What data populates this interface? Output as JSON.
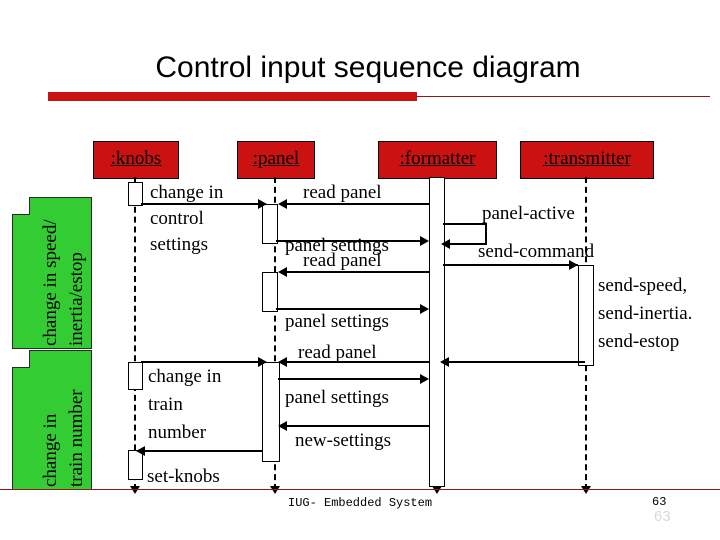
{
  "slide": {
    "title": "Control input sequence diagram",
    "accent_color": "#CC1111",
    "note_color": "#33CC33",
    "rule_color": "#8B1A1A"
  },
  "lifelines": [
    {
      "name": "knobs",
      "label": ":knobs"
    },
    {
      "name": "panel",
      "label": ":panel"
    },
    {
      "name": "formatter",
      "label": ":formatter"
    },
    {
      "name": "transmitter",
      "label": ":transmitter"
    }
  ],
  "notes": [
    {
      "name": "note-speed",
      "line1": "change in speed/",
      "line2": "inertia/estop"
    },
    {
      "name": "note-train",
      "line1": "change in",
      "line2": "train number"
    }
  ],
  "messages": {
    "change_in_control_settings_l1": "change in",
    "change_in_control_settings_l2": "control",
    "change_in_control_settings_l3": "settings",
    "read_panel_1": "read panel",
    "panel_settings_1": "panel settings",
    "read_panel_2": "read panel",
    "panel_settings_2": "panel settings",
    "panel_active": "panel-active",
    "send_command": "send-command",
    "send_speed": "send-speed,",
    "send_inertia": "send-inertia.",
    "send_estop": "send-estop",
    "change_in_train_number_l1": "change in",
    "change_in_train_number_l2": "train",
    "change_in_train_number_l3": "number",
    "read_panel_3": "read panel",
    "panel_settings_3": "panel settings",
    "new_settings": "new-settings",
    "set_knobs": "set-knobs"
  },
  "footer": {
    "course": "IUG- Embedded System",
    "page": "63",
    "page_ghost": "63"
  }
}
